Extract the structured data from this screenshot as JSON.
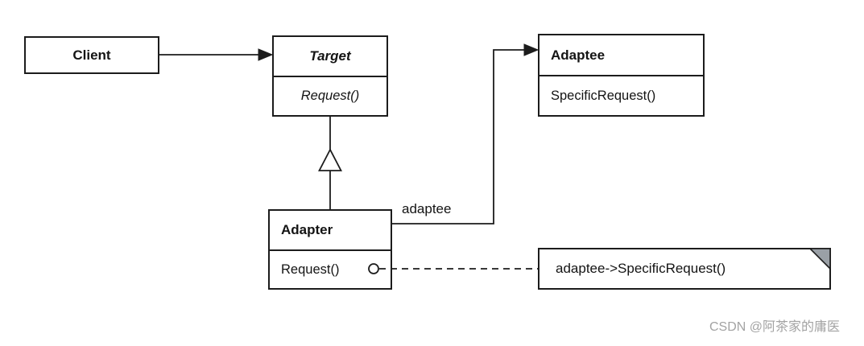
{
  "diagram": {
    "client": {
      "name": "Client"
    },
    "target": {
      "name": "Target",
      "method": "Request()"
    },
    "adaptee": {
      "name": "Adaptee",
      "method": "SpecificRequest()"
    },
    "adapter": {
      "name": "Adapter",
      "method": "Request()"
    },
    "association_label": "adaptee",
    "note_text": "adaptee->SpecificRequest()",
    "watermark": "CSDN @阿茶家的庸医"
  },
  "colors": {
    "line": "#1c1c1c",
    "box_fill": "#ffffff",
    "note_fold": "#9aa0a6",
    "watermark": "#a3a3a3",
    "background": "#ffffff"
  }
}
